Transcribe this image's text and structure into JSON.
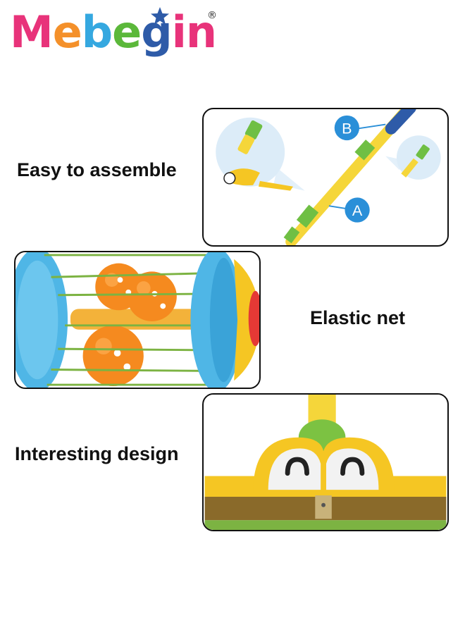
{
  "brand": {
    "letters": [
      "M",
      "e",
      "b",
      "e",
      "g",
      "i",
      "n"
    ],
    "letter_colors": [
      "#e8337a",
      "#f4902a",
      "#35a8e0",
      "#5bb83a",
      "#2e5ba8",
      "#e8337a",
      "#e8337a"
    ],
    "registered": "®"
  },
  "features": [
    {
      "label": "Easy to assemble",
      "image": "pole-assembly-illustration",
      "callouts": [
        "B",
        "A"
      ]
    },
    {
      "label": "Elastic net",
      "image": "rolling-cage-with-balls-photo"
    },
    {
      "label": "Interesting design",
      "image": "smiling-face-head-photo"
    }
  ],
  "colors": {
    "pole_yellow": "#f5d63a",
    "pole_green": "#7cc242",
    "callout_blue": "#2a8fd8",
    "cage_blue": "#4fb6e6",
    "ball_orange": "#f58a1f"
  }
}
